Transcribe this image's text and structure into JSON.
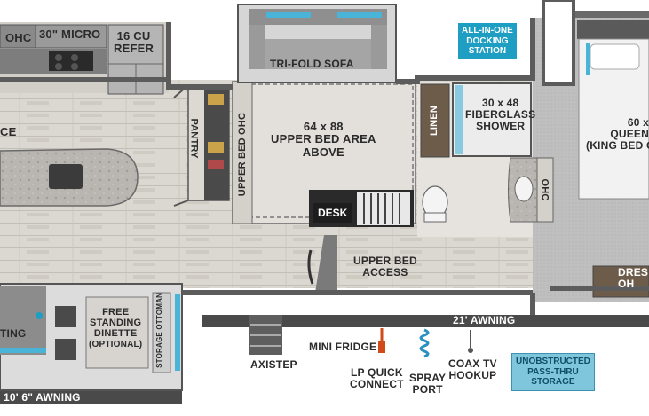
{
  "labels": {
    "ohc_kitchen": "OHC",
    "micro": "30\" MICRO",
    "refer_line1": "16 CU",
    "refer_line2": "REFER",
    "ce": "CE",
    "pantry": "PANTRY",
    "upper_bed_ohc": "UPPER BED OHC",
    "sofa": "TRI-FOLD SOFA",
    "bed_area_line1": "64 x 88",
    "bed_area_line2": "UPPER BED AREA",
    "bed_area_line3": "ABOVE",
    "linen": "LINEN",
    "shower_line1": "30 x 48",
    "shower_line2": "FIBERGLASS",
    "shower_line3": "SHOWER",
    "ohc_bath": "OHC",
    "queen_line1": "60 x",
    "queen_line2": "QUEEN",
    "queen_line3": "(KING BED C",
    "desk": "DESK",
    "upper_access_line1": "UPPER BED",
    "upper_access_line2": "ACCESS",
    "dresser_line1": "DRES",
    "dresser_line2": "OH",
    "awning_right": "21' AWNING",
    "awning_left": "10' 6\" AWNING",
    "ting": "TING",
    "dinette_line1": "FREE",
    "dinette_line2": "STANDING",
    "dinette_line3": "DINETTE",
    "dinette_line4": "(OPTIONAL)",
    "storage_ottoman": "STORAGE OTTOMAN",
    "axistep": "AXISTEP",
    "mini_fridge": "MINI FRIDGE",
    "lp_line1": "LP QUICK",
    "lp_line2": "CONNECT",
    "spray_line1": "SPRAY",
    "spray_line2": "PORT",
    "coax_line1": "COAX TV",
    "coax_line2": "HOOKUP"
  },
  "badges": {
    "docking_line1": "ALL-IN-ONE",
    "docking_line2": "DOCKING",
    "docking_line3": "STATION",
    "pass_line1": "UNOBSTRUCTED",
    "pass_line2": "PASS-THRU",
    "pass_line3": "STORAGE"
  },
  "colors": {
    "wall": "#5c5c5c",
    "floor": "#d9d5cf",
    "floor_plank": "#c9c4bc",
    "carpet": "#bdbdbd",
    "slide_blue": "#49b4d8",
    "badge": "#1e9ec2",
    "counter": "#a9a9a9",
    "cabinet": "#6e5c4b"
  }
}
